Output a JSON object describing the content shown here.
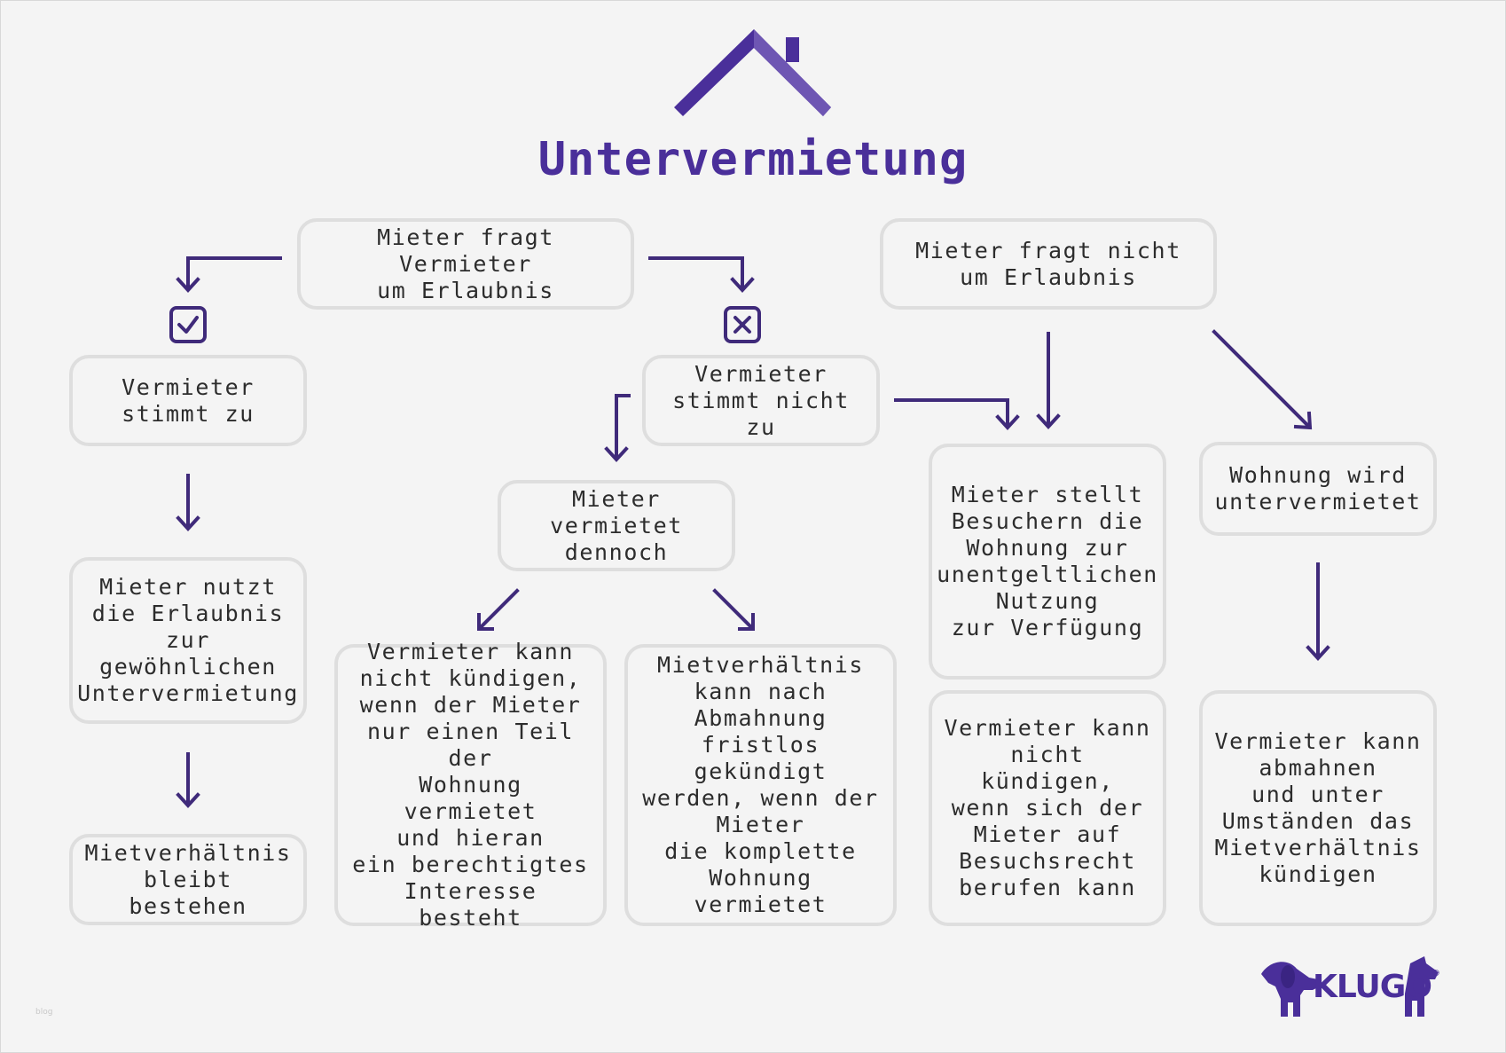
{
  "title": "Untervermietung",
  "boxes": {
    "ask": "Mieter fragt Vermieter\num Erlaubnis",
    "not_ask": "Mieter fragt nicht\num Erlaubnis",
    "agrees": "Vermieter\nstimmt zu",
    "disagrees": "Vermieter\nstimmt nicht zu",
    "uses_permission": "Mieter nutzt\ndie Erlaubnis\nzur gewöhnlichen\nUntervermietung",
    "relationship_stays": "Mietverhältnis\nbleibt bestehen",
    "rents_anyway": "Mieter vermietet\ndennoch",
    "cannot_terminate_part": "Vermieter kann\nnicht kündigen,\nwenn der Mieter\nnur einen Teil der\nWohnung vermietet\nund hieran\nein berechtigtes\nInteresse besteht",
    "terminate_without_notice": "Mietverhältnis\nkann nach\nAbmahnung\nfristlos gekündigt\nwerden, wenn der\nMieter\ndie komplette\nWohnung vermietet",
    "visitors_free_use": "Mieter stellt\nBesuchern die\nWohnung zur\nunentgeltlichen\nNutzung\nzur Verfügung",
    "is_sublet": "Wohnung wird\nuntervermietet",
    "cannot_terminate_visit": "Vermieter kann\nnicht kündigen,\nwenn sich der\nMieter auf\nBesuchsrecht\nberufen kann",
    "can_warn": "Vermieter kann\nabmahnen\nund unter\nUmständen das\nMietverhältnis\nkündigen"
  },
  "icons": {
    "house": "house-roof-icon",
    "check": "checkbox-check-icon",
    "cross": "checkbox-cross-icon",
    "logo": "dachshund-logo-icon"
  },
  "logo": {
    "text": "KLUGO",
    "registered": "®"
  },
  "watermark": "blog",
  "colors": {
    "accent": "#4a2f9a",
    "arrow": "#3f2a7a",
    "box_border": "#dedede",
    "background": "#f4f4f4",
    "text": "#2c2c2c"
  }
}
